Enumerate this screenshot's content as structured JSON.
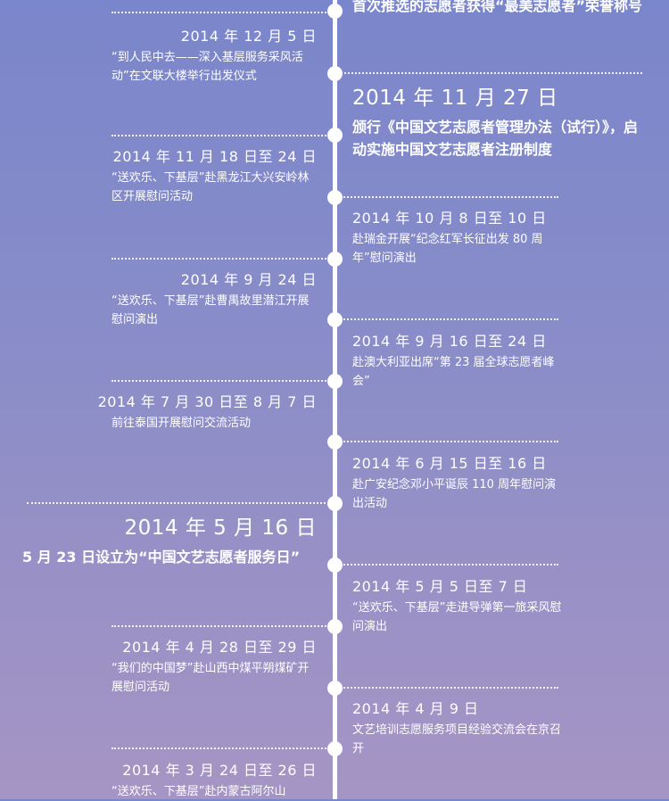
{
  "events": [
    {
      "date": "",
      "desc": "首次推选的志愿者获得“最美志愿者”荣誉称号"
    },
    {
      "date": "2014 年 12 月 5 日",
      "desc": "“到人民中去——深入基层服务采风活动”在文联大楼举行出发仪式"
    },
    {
      "date": "2014 年 11 月 27 日",
      "desc": "颁行《中国文艺志愿者管理办法（试行）》，启动实施中国文艺志愿者注册制度"
    },
    {
      "date": "2014 年 11 月 18 日至 24 日",
      "desc": "“送欢乐、下基层”赴黑龙江大兴安岭林区开展慰问活动"
    },
    {
      "date": "2014 年 10 月 8 日至 10 日",
      "desc": "赴瑞金开展“纪念红军长征出发 80 周年”慰问演出"
    },
    {
      "date": "2014 年 9 月 24 日",
      "desc": "“送欢乐、下基层”赴曹禺故里潜江开展慰问演出"
    },
    {
      "date": "2014 年 9 月 16 日至 24 日",
      "desc": "赴澳大利亚出席“第 23 届全球志愿者峰会”"
    },
    {
      "date": "2014 年 7 月 30 日至 8 月 7 日",
      "desc": "前往泰国开展慰问交流活动"
    },
    {
      "date": "2014 年 6 月 15 日至 16 日",
      "desc": "赴广安纪念邓小平诞辰 110 周年慰问演出活动"
    },
    {
      "date": "2014 年 5 月 16 日",
      "desc": "5 月 23 日设立为“中国文艺志愿者服务日”"
    },
    {
      "date": "2014 年 5 月 5 日至 7 日",
      "desc": "“送欢乐、下基层”走进导弹第一旅采风慰问演出"
    },
    {
      "date": "2014 年 4 月 28 日至 29 日",
      "desc": "“我们的中国梦”赴山西中煤平朔煤矿开展慰问活动"
    },
    {
      "date": "2014 年 4 月 9 日",
      "desc": "文艺培训志愿服务项目经验交流会在京召开"
    },
    {
      "date": "2014 年 3 月 24 日至 26 日",
      "desc": "“送欢乐、下基层”赴内蒙古阿尔山"
    }
  ]
}
